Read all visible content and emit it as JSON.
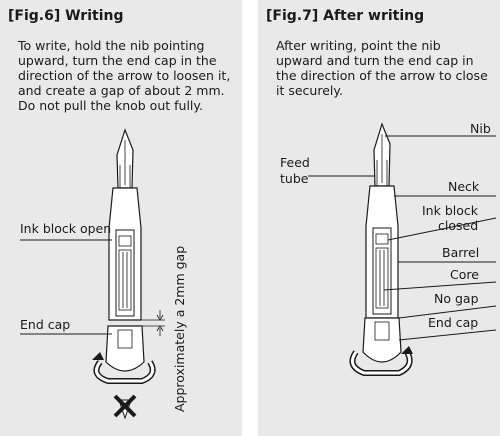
{
  "fig6": {
    "title": "[Fig.6] Writing",
    "desc_lines": [
      "To write, hold the nib pointing",
      "upward, turn the end cap in the",
      "direction of the arrow to loosen it,",
      "and create a gap of about 2 mm.",
      "Do not pull the knob out fully."
    ],
    "labels": {
      "ink_block_open": "Ink block open",
      "end_cap": "End cap",
      "gap": "Approximately a 2mm gap"
    }
  },
  "fig7": {
    "title": "[Fig.7] After writing",
    "desc_lines": [
      "After writing, point the nib",
      "upward and turn the end cap in",
      "the direction of the arrow to close",
      "it securely."
    ],
    "labels": {
      "nib": "Nib",
      "feed_tube_1": "Feed",
      "feed_tube_2": "tube",
      "neck": "Neck",
      "ink_block_closed_1": "Ink block",
      "ink_block_closed_2": "closed",
      "barrel": "Barrel",
      "core": "Core",
      "no_gap": "No gap",
      "end_cap": "End cap"
    }
  },
  "colors": {
    "panel_bg": "#e9e9e9",
    "ink": "#1a1a1a",
    "pen_body": "#ffffff"
  }
}
